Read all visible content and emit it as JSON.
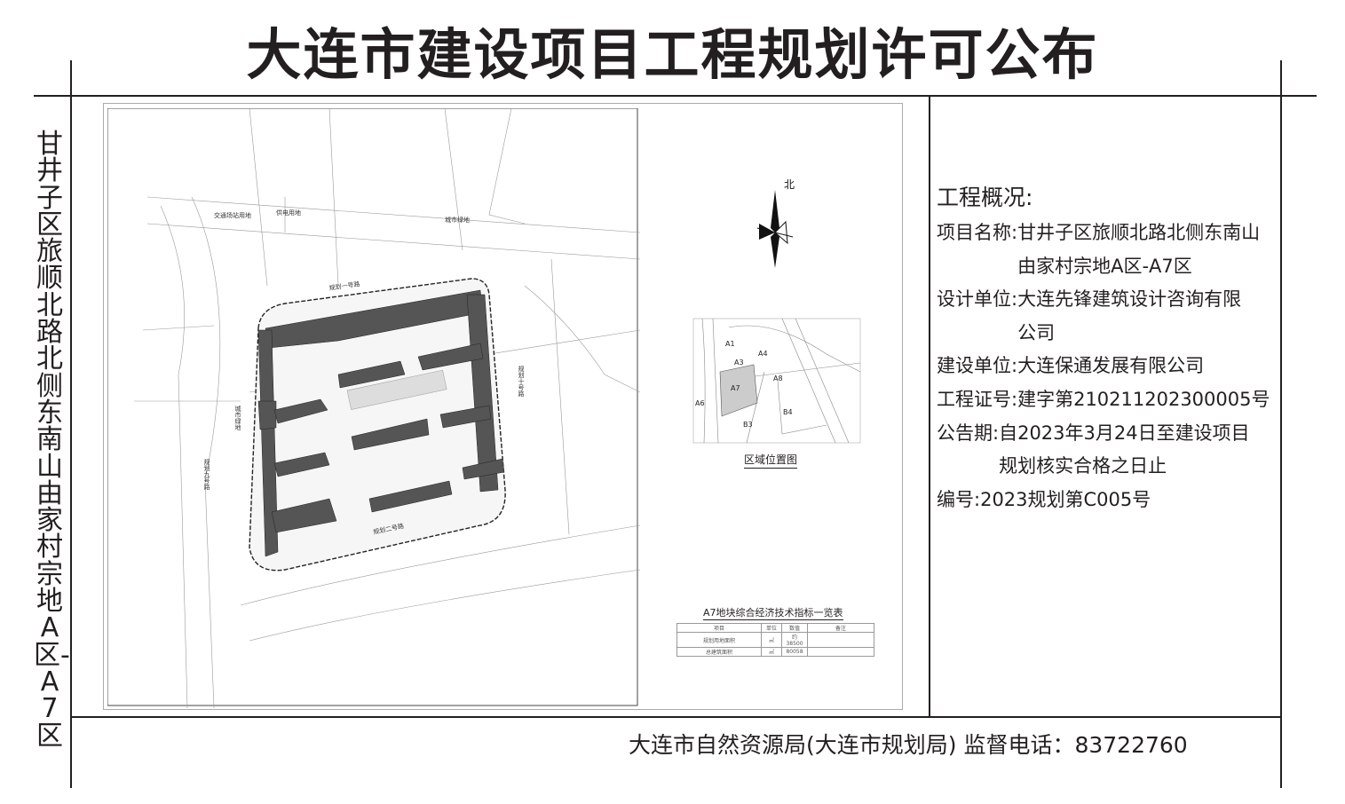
{
  "title": "大连市建设项目工程规划许可公布",
  "side_title": "甘井子区旅顺北路北侧东南山由家村宗地A区-A7区",
  "footer": "大连市自然资源局(大连市规划局)  监督电话：83722760",
  "panel": {
    "heading": "工程概况:",
    "rows": [
      {
        "label": "项目名称:",
        "value": "甘井子区旅顺北路北侧东南山由家村宗地A区-A7区"
      },
      {
        "label": "设计单位:",
        "value": "大连先锋建筑设计咨询有限公司"
      },
      {
        "label": "建设单位:",
        "value": "大连保通发展有限公司"
      },
      {
        "label": "工程证号:",
        "value": "建字第210211202300005号"
      },
      {
        "label": "公告期:",
        "value": "自2023年3月24日至建设项目规划核实合格之日止"
      },
      {
        "label": "编号:",
        "value": "2023规划第C005号"
      }
    ]
  },
  "plan": {
    "north": "北",
    "labels": {
      "transport": "交通场站用地",
      "power": "供电用地",
      "green_top": "城市绿地",
      "road1": "规划一号路",
      "road2": "规划二号路",
      "road9": "规划九号路",
      "road10": "规划十号路",
      "green_side": "城市绿地"
    }
  },
  "location_map": {
    "caption": "区域位置图",
    "parcels": [
      "A1",
      "A3",
      "A4",
      "A7",
      "A8",
      "A6",
      "B3",
      "B4"
    ]
  },
  "index_table": {
    "title": "A7地块综合经济技术指标一览表",
    "headers": [
      "项目",
      "单位",
      "数值",
      "备注"
    ],
    "rows": [
      [
        "规划用地面积",
        "㎡",
        "约38500",
        ""
      ],
      [
        "总建筑面积",
        "㎡",
        "80058",
        ""
      ]
    ]
  }
}
